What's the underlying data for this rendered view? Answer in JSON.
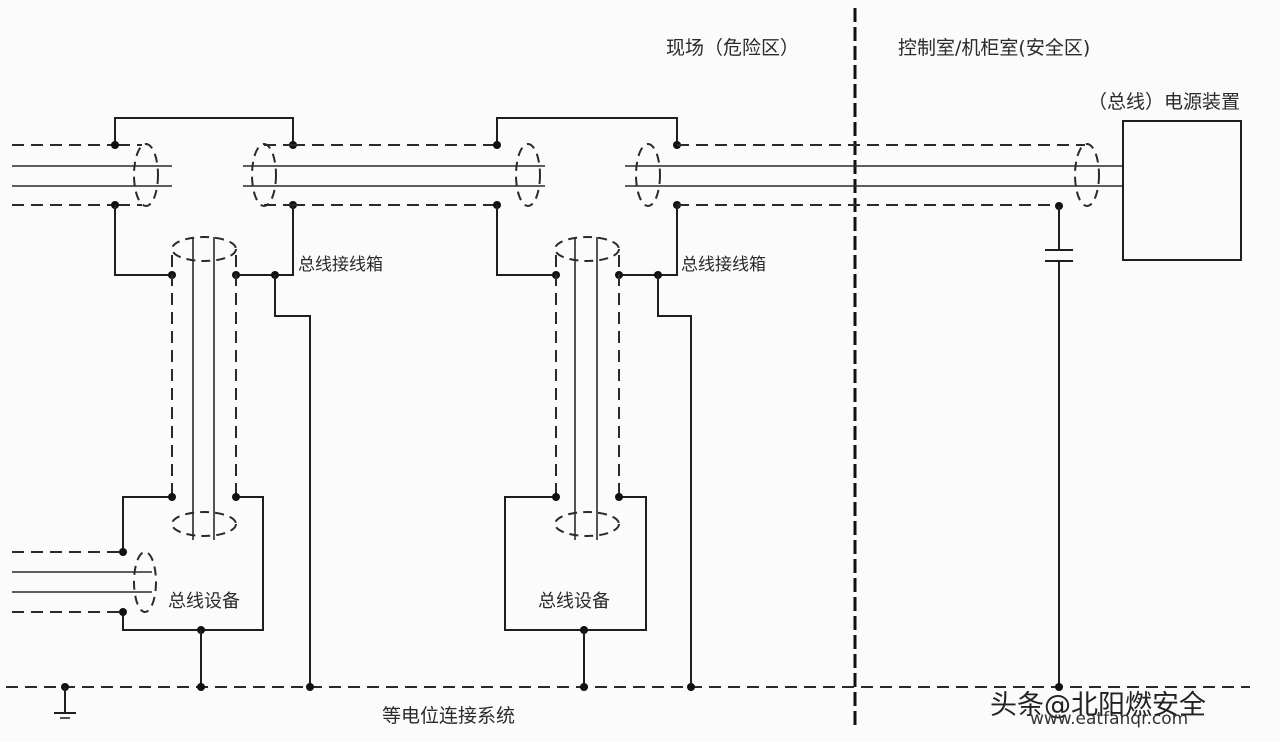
{
  "diagram": {
    "type": "fieldbus shielding and equipotential bonding wiring diagram",
    "zones": {
      "hazardous": "现场（危险区）",
      "safe": "控制室/机柜室(安全区)"
    },
    "labels": {
      "power_supply": "（总线）电源装置",
      "junction_box_1": "总线接线箱",
      "junction_box_2": "总线接线箱",
      "device_1": "总线设备",
      "device_2": "总线设备",
      "equipotential_bus": "等电位连接系统"
    },
    "watermark": {
      "main": "头条@北阳燃安全",
      "overlay": "www.eatfanqr.com"
    },
    "colors": {
      "line": "#1e1e1e",
      "background": "#fbfbfb",
      "text": "#2a2a2a"
    }
  }
}
